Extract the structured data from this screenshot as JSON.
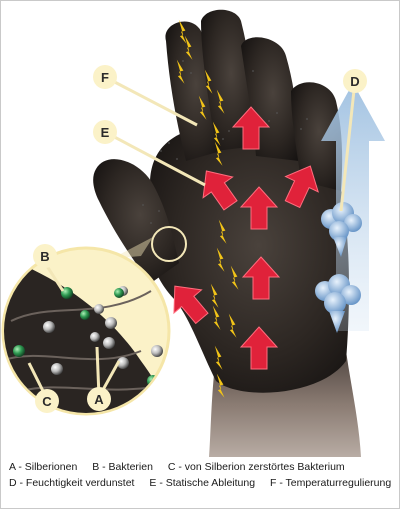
{
  "callouts": {
    "a": "A",
    "b": "B",
    "c": "C",
    "d": "D",
    "e": "E",
    "f": "F"
  },
  "legend": {
    "row1": [
      "A - Silberionen",
      "B - Bakterien",
      "C - von Silberion zerstörtes Bakterium"
    ],
    "row2": [
      "D - Feuchtigkeit verdunstet",
      "E - Statische Ableitung",
      "F - Temperaturregulierung"
    ]
  },
  "colors": {
    "glove": "#2a2622",
    "cuff": "#6b5d55",
    "heat_arrow": "#e0223a",
    "static_bolt": "#f2c418",
    "moisture_arrow": "#a9c7e4",
    "callout_disc": "#fbf2c8",
    "bacteria": "#2f9a52",
    "silver_ion": "#d8d8d8"
  },
  "icons": {
    "heat": "red-up-arrow-icon",
    "static": "lightning-bolt-icon",
    "moisture": "vapor-cloud-icon"
  }
}
